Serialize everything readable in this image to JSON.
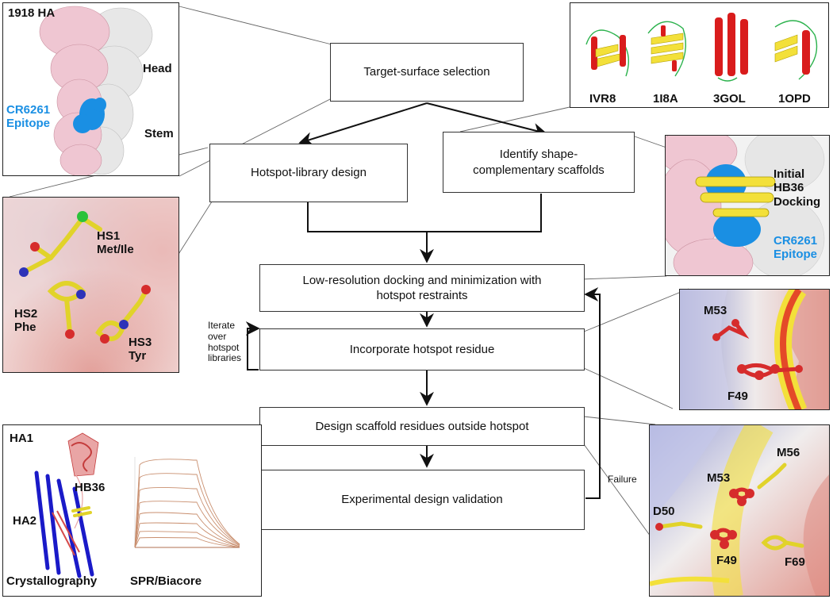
{
  "flow": {
    "target": "Target-surface selection",
    "hotspot_design": "Hotspot-library design",
    "scaffolds_line1": "Identify shape-",
    "scaffolds_line2": "complementary scaffolds",
    "docking_line1": "Low-resolution docking and minimization with",
    "docking_line2": "hotspot restraints",
    "incorporate": "Incorporate hotspot residue",
    "design_outside": "Design scaffold residues outside hotspot",
    "validation": "Experimental design validation",
    "iterate_line1": "Iterate",
    "iterate_line2": "over",
    "iterate_line3": "hotspot",
    "iterate_line4": "libraries",
    "failure": "Failure"
  },
  "panel_ha": {
    "title": "1918 HA",
    "head": "Head",
    "stem": "Stem",
    "epitope_line1": "CR6261",
    "epitope_line2": "Epitope",
    "epitope_color": "#1a8fe3"
  },
  "panel_scaffolds": {
    "labels": [
      "IVR8",
      "1I8A",
      "3GOL",
      "1OPD"
    ]
  },
  "panel_hotspots": {
    "hs1_line1": "HS1",
    "hs1_line2": "Met/Ile",
    "hs2_line1": "HS2",
    "hs2_line2": "Phe",
    "hs3_line1": "HS3",
    "hs3_line2": "Tyr"
  },
  "panel_docking": {
    "line1": "Initial",
    "line2": "HB36",
    "line3": "Docking",
    "epitope_line1": "CR6261",
    "epitope_line2": "Epitope"
  },
  "panel_incorporate": {
    "m53": "M53",
    "f49": "F49"
  },
  "panel_validation": {
    "ha1": "HA1",
    "hb36": "HB36",
    "ha2": "HA2",
    "crystallography": "Crystallography",
    "spr": "SPR/Biacore"
  },
  "panel_design": {
    "m56": "M56",
    "m53": "M53",
    "d50": "D50",
    "f49": "F49",
    "f69": "F69"
  }
}
